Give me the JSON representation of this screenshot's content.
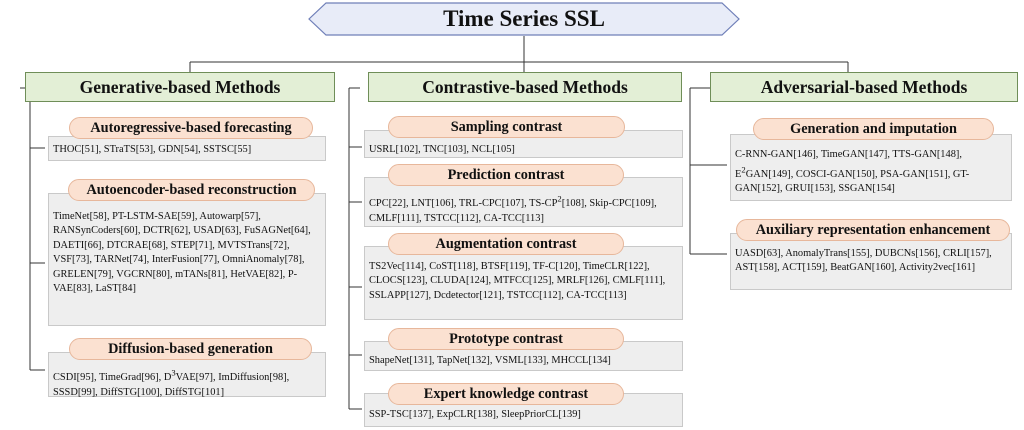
{
  "title": "Time Series SSL",
  "columns": {
    "generative": {
      "header": "Generative-based Methods",
      "groups": [
        {
          "label": "Autoregressive-based forecasting",
          "items": "THOC[51], STraTS[53], GDN[54], SSTSC[55]"
        },
        {
          "label": "Autoencoder-based reconstruction",
          "items": "TimeNet[58], PT-LSTM-SAE[59], Autowarp[57], RANSynCoders[60], DCTR[62], USAD[63], FuSAGNet[64], DAETI[66], DTCRAE[68], STEP[71], MVTSTrans[72], VSF[73], TARNet[74], InterFusion[77], OmniAnomaly[78], GRELEN[79], VGCRN[80], mTANs[81], HetVAE[82], P-VAE[83], LaST[84]"
        },
        {
          "label": "Diffusion-based generation",
          "items_html": "CSDI[95], TimeGrad[96], D<sup>3</sup>VAE[97], ImDiffusion[98], SSSD[99], DiffSTG[100], DiffSTG[101]"
        }
      ]
    },
    "contrastive": {
      "header": "Contrastive-based Methods",
      "groups": [
        {
          "label": "Sampling contrast",
          "items": "USRL[102], TNC[103], NCL[105]"
        },
        {
          "label": "Prediction contrast",
          "items_html": "CPC[22], LNT[106], TRL-CPC[107], TS-CP<sup>2</sup>[108], Skip-CPC[109], CMLF[111], TSTCC[112], CA-TCC[113]"
        },
        {
          "label": "Augmentation contrast",
          "items": "TS2Vec[114], CoST[118], BTSF[119], TF-C[120], TimeCLR[122], CLOCS[123], CLUDA[124], MTFCC[125], MRLF[126], CMLF[111], SSLAPP[127], Dcdetector[121], TSTCC[112], CA-TCC[113]"
        },
        {
          "label": "Prototype contrast",
          "items": "ShapeNet[131], TapNet[132], VSML[133], MHCCL[134]"
        },
        {
          "label": "Expert knowledge contrast",
          "items": "SSP-TSC[137], ExpCLR[138], SleepPriorCL[139]"
        }
      ]
    },
    "adversarial": {
      "header": "Adversarial-based Methods",
      "groups": [
        {
          "label": "Generation and imputation",
          "items_html": "C-RNN-GAN[146], TimeGAN[147], TTS-GAN[148], E<sup>2</sup>GAN[149], COSCI-GAN[150], PSA-GAN[151], GT-GAN[152], GRUI[153], SSGAN[154]"
        },
        {
          "label": "Auxiliary representation enhancement",
          "items": "UASD[63], AnomalyTrans[155], DUBCNs[156], CRLI[157], AST[158], ACT[159], BeatGAN[160], Activity2vec[161]"
        }
      ]
    }
  },
  "colors": {
    "header_fill": "#e3efd6",
    "header_border": "#6f8e58",
    "pill_fill": "#fbe1d1",
    "pill_border": "#e7b79b",
    "box_fill": "#eeeeee",
    "title_fill": "#e8ecf8",
    "title_border": "#6f7fb8"
  }
}
